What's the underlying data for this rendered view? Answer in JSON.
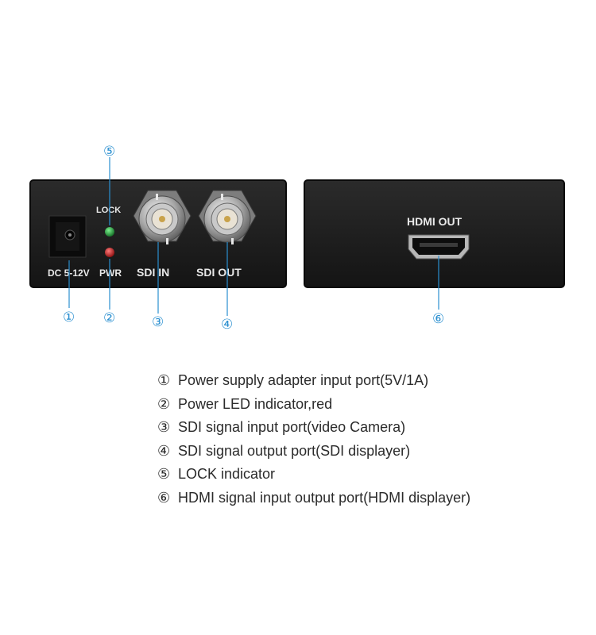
{
  "device": {
    "left_panel": {
      "dc_label": "DC 5-12V",
      "lock_label": "LOCK",
      "pwr_label": "PWR",
      "sdi_in_label": "SDI IN",
      "sdi_out_label": "SDI OUT",
      "lock_led_color": "#1f9a3a",
      "pwr_led_color": "#c81e1e"
    },
    "right_panel": {
      "hdmi_label": "HDMI OUT"
    }
  },
  "callouts": [
    "①",
    "②",
    "③",
    "④",
    "⑤",
    "⑥"
  ],
  "legend": [
    {
      "num": "①",
      "text": "Power supply adapter input port(5V/1A)"
    },
    {
      "num": "②",
      "text": "Power LED indicator,red"
    },
    {
      "num": "③",
      "text": "SDI signal input port(video Camera)"
    },
    {
      "num": "④",
      "text": "SDI signal output port(SDI displayer)"
    },
    {
      "num": "⑤",
      "text": "LOCK indicator"
    },
    {
      "num": "⑥",
      "text": "HDMI signal input output port(HDMI displayer)"
    }
  ],
  "colors": {
    "panel": "#1c1c1c",
    "callout": "#2a8fd0"
  }
}
